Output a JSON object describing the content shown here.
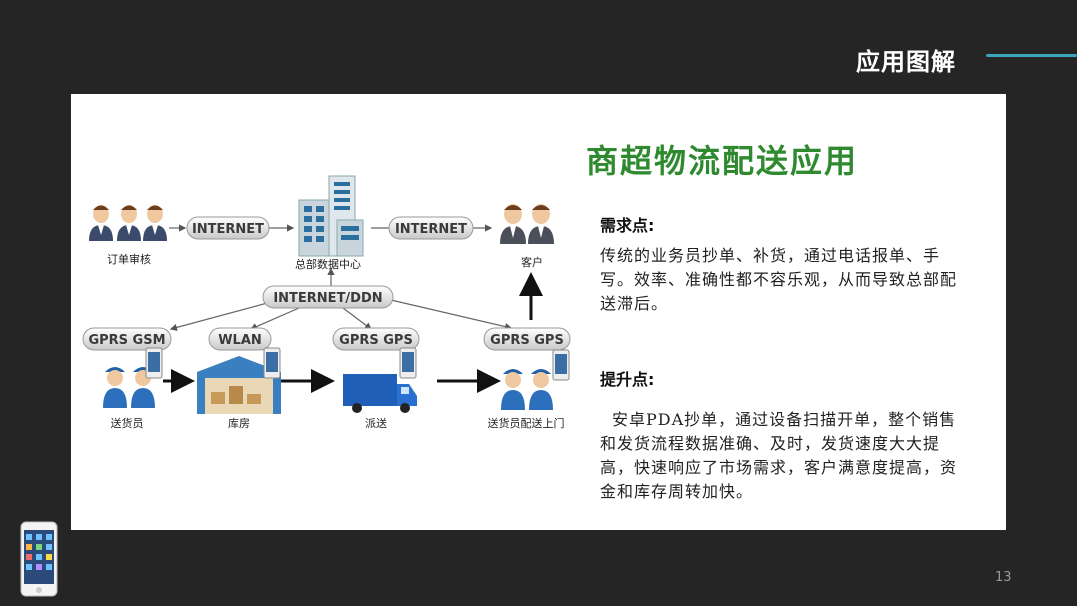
{
  "slide": {
    "title": "应用图解",
    "page_number": "13"
  },
  "diagram": {
    "nodes": {
      "order_review": "订单审核",
      "hq_data_center": "总部数据中心",
      "customer": "客户",
      "courier": "送货员",
      "warehouse": "库房",
      "dispatch": "派送",
      "door_delivery": "送货员配送上门"
    },
    "links": {
      "internet_left": "INTERNET",
      "internet_right": "INTERNET",
      "internet_ddn": "INTERNET/DDN",
      "gprs_gsm": "GPRS GSM",
      "wlan": "WLAN",
      "gprs_gps_mid": "GPRS GPS",
      "gprs_gps_right": "GPRS GPS"
    }
  },
  "content": {
    "heading": "商超物流配送应用",
    "demand_title": "需求点:",
    "demand_text": "传统的业务员抄单、补货，通过电话报单、手写。效率、准确性都不容乐观，从而导致总部配送滞后。",
    "improve_title": "提升点:",
    "improve_text": "安卓PDA抄单，通过设备扫描开单，整个销售和发货流程数据准确、及时，发货速度大大提高，快速响应了市场需求，客户满意度提高，资金和库存周转加快。"
  }
}
